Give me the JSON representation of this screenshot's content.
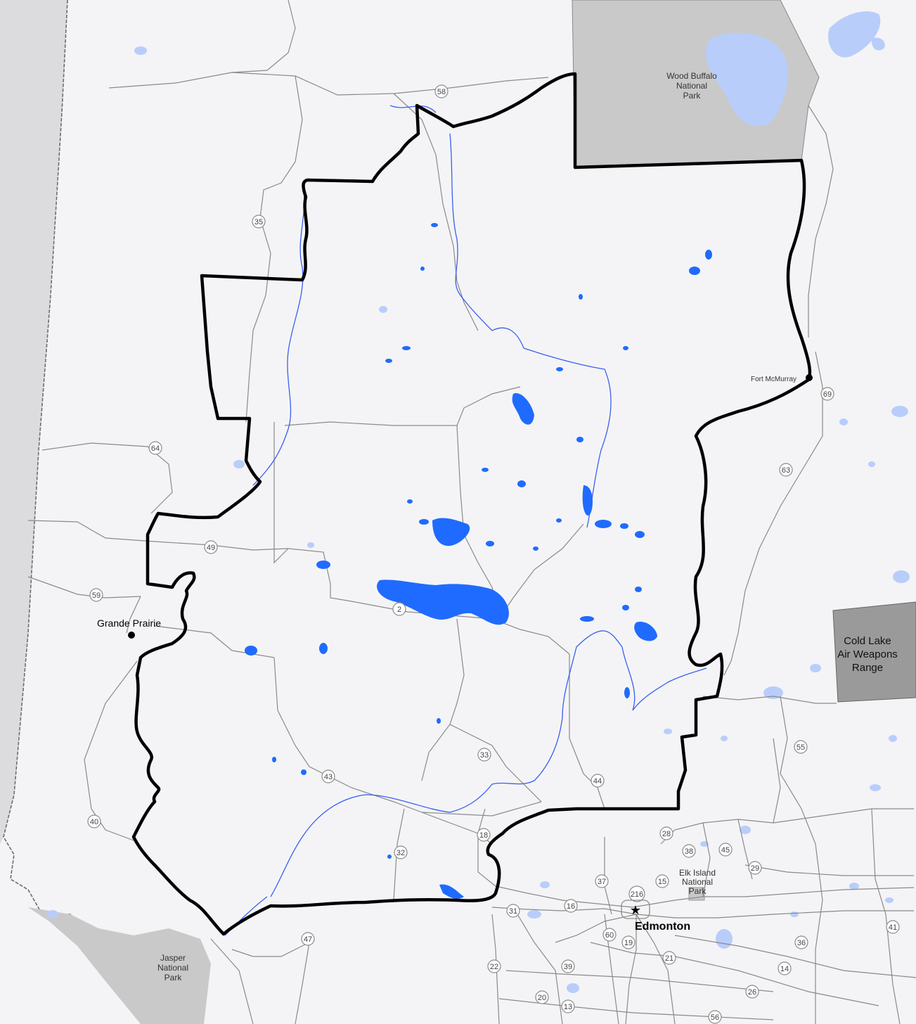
{
  "colors": {
    "land": "#f4f4f6",
    "outside": "#dcdcde",
    "park": "#cbcbcb",
    "park_dark": "#9c9c9c",
    "water": "#1f6bff",
    "water_light": "#b9cdfb",
    "river": "#3a5ff0",
    "road": "#8a8a8a",
    "boundary": "#000000"
  },
  "parks": [
    {
      "id": "wood-buffalo",
      "lines": [
        "Wood Buffalo",
        "National",
        "Park"
      ]
    },
    {
      "id": "cold-lake",
      "lines": [
        "Cold Lake",
        "Air Weapons",
        "Range"
      ]
    },
    {
      "id": "elk-island",
      "lines": [
        "Elk Island",
        "National",
        "Park"
      ]
    },
    {
      "id": "jasper",
      "lines": [
        "Jasper",
        "National",
        "Park"
      ]
    }
  ],
  "cities": [
    {
      "id": "grande-prairie",
      "name": "Grande Prairie"
    },
    {
      "id": "fort-mcmurray",
      "name": "Fort McMurray"
    },
    {
      "id": "edmonton",
      "name": "Edmonton"
    }
  ],
  "highways": [
    "58",
    "35",
    "64",
    "49",
    "59",
    "2",
    "43",
    "40",
    "33",
    "44",
    "32",
    "18",
    "47",
    "69",
    "63",
    "55",
    "28",
    "38",
    "45",
    "29",
    "15",
    "216",
    "37",
    "16",
    "31",
    "60",
    "19",
    "21",
    "22",
    "39",
    "20",
    "13",
    "36",
    "14",
    "41",
    "26",
    "56"
  ],
  "icons": {
    "capital": "star-icon",
    "city": "dot-icon"
  }
}
